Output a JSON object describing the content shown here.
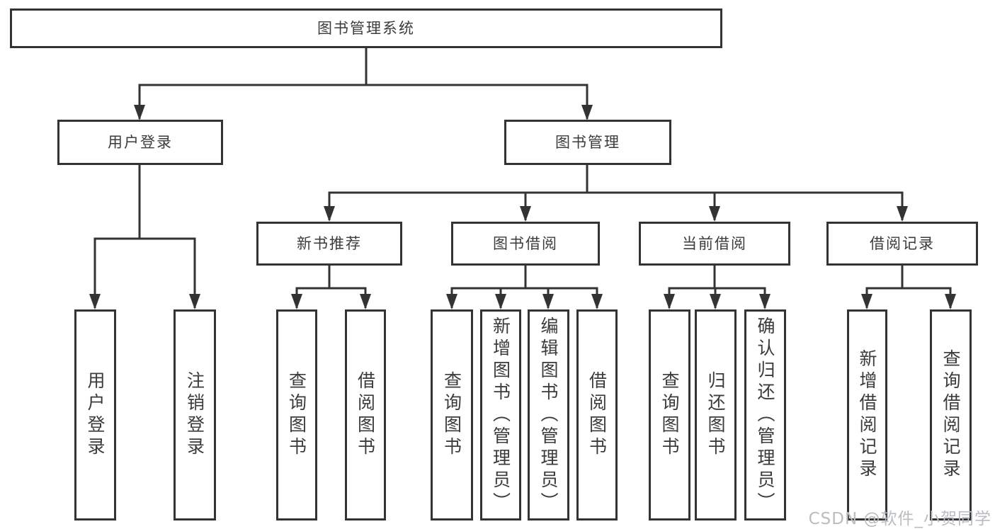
{
  "tree": {
    "label": "图书管理系统",
    "children": {
      "user_login": {
        "label": "用户登录",
        "children": {
          "login": {
            "label": "用户登录"
          },
          "logout": {
            "label": "注销登录"
          }
        }
      },
      "book_mgmt": {
        "label": "图书管理",
        "children": {
          "new_book_rec": {
            "label": "新书推荐",
            "children": {
              "query_book": {
                "label": "查询图书"
              },
              "borrow_book": {
                "label": "借阅图书"
              }
            }
          },
          "book_borrow": {
            "label": "图书借阅",
            "children": {
              "query_book": {
                "label": "查询图书"
              },
              "add_book": {
                "label": "新增图书（管理员）"
              },
              "edit_book": {
                "label": "编辑图书（管理员）"
              },
              "borrow_book": {
                "label": "借阅图书"
              }
            }
          },
          "current_borrow": {
            "label": "当前借阅",
            "children": {
              "query_book": {
                "label": "查询图书"
              },
              "return_book": {
                "label": "归还图书"
              },
              "confirm_return": {
                "label": "确认归还（管理员）"
              }
            }
          },
          "borrow_record": {
            "label": "借阅记录",
            "children": {
              "add_record": {
                "label": "新增借阅记录"
              },
              "query_record": {
                "label": "查询借阅记录"
              }
            }
          }
        }
      }
    }
  },
  "watermark": {
    "text": "CSDN @软件_小贺同学"
  },
  "colors": {
    "line": "#333333",
    "box_border": "#333333",
    "box_bg": "#ffffff",
    "text": "#3b3b3b",
    "watermark": "#b9bdc1"
  }
}
